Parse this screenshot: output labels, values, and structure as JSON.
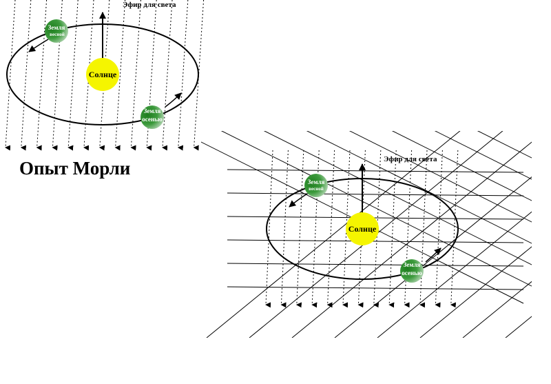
{
  "diagram_top": {
    "ether_label": "Эфир для света",
    "sun_label": "Солнце",
    "earth_spring": {
      "line1": "Земля",
      "line2": "весной"
    },
    "earth_autumn": {
      "line1": "Земля",
      "line2": "осенью"
    }
  },
  "title": "Опыт  Морли",
  "diagram_bottom": {
    "ether_label": "Эфир для света",
    "sun_label": "Солнце",
    "earth_spring": {
      "line1": "Земля",
      "line2": "весной"
    },
    "earth_autumn": {
      "line1": "Земля",
      "line2": "осенью"
    }
  },
  "colors": {
    "sun": "#f5f500",
    "earth_dark": "#1e7d1e",
    "earth_light": "#b8d8b8"
  }
}
